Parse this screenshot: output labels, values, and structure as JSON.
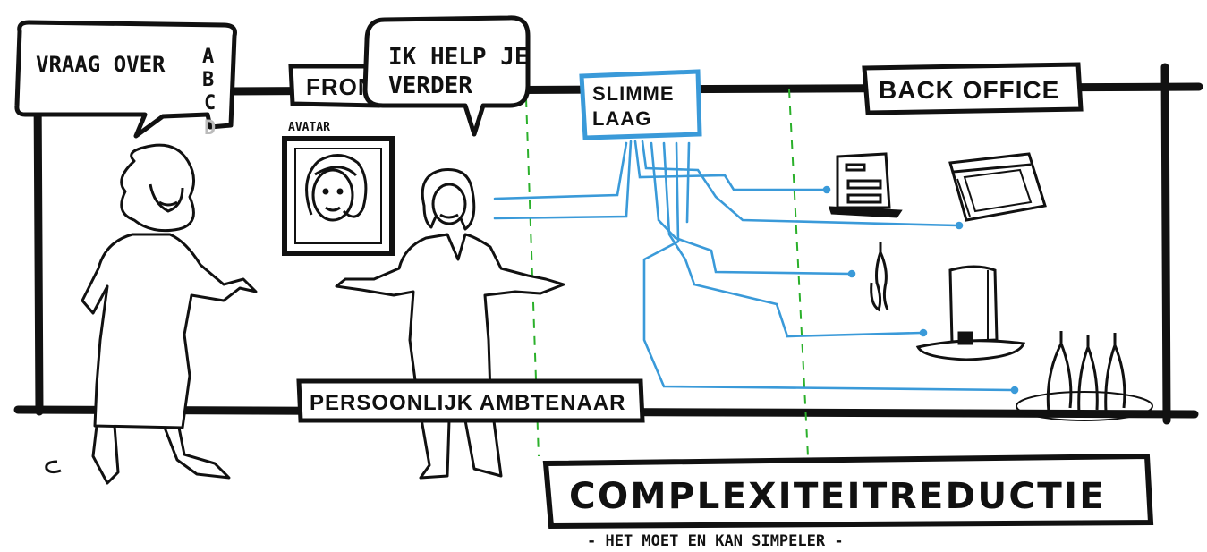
{
  "speech": {
    "question_text": "VRAAG OVER",
    "options": [
      "A",
      "B",
      "C",
      "D"
    ],
    "answer_line1": "IK HELP JE",
    "answer_line2": "VERDER"
  },
  "labels": {
    "front": "FRONT",
    "avatar": "AVATAR",
    "smart_layer_line1": "SLIMME",
    "smart_layer_line2": "LAAG",
    "back_office": "BACK OFFICE",
    "civil_servant": "PERSOONLIJK AMBTENAAR"
  },
  "footer": {
    "title": "COMPLEXITEITREDUCTIE",
    "subtitle": "- HET MOET EN KAN SIMPELER -"
  },
  "colors": {
    "ink": "#111111",
    "connector": "#3a9ad9",
    "divider": "#2bb02b",
    "option_faded": "#bbbbbb"
  },
  "icons": [
    "laptop-icon",
    "browser-window-icon",
    "pawn-icon",
    "server-tower-icon",
    "people-group-icon"
  ]
}
